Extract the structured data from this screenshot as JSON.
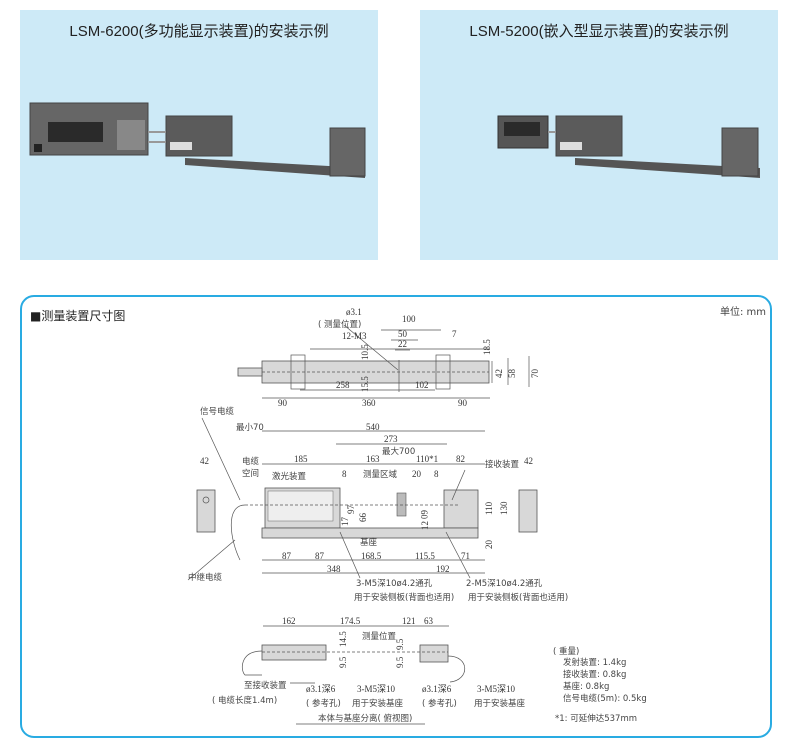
{
  "panels": [
    {
      "title": "LSM-6200(多功能显示装置)的安装示例"
    },
    {
      "title": "LSM-5200(嵌入型显示装置)的安装示例"
    }
  ],
  "drawing": {
    "section_title": "■测量装置尺寸图",
    "unit": "单位: mm",
    "top_view": {
      "phi": "ø3.1",
      "meas_pos": "( 测量位置)",
      "m3": "12-M3",
      "d100": "100",
      "d50": "50",
      "d22": "22",
      "d7": "7",
      "d10_5": "10.5",
      "d15_5": "15.5",
      "d18_5": "18.5",
      "d42": "42",
      "d58": "58",
      "d70": "70",
      "d258": "258",
      "d102": "102",
      "d360": "360",
      "d90a": "90",
      "d90b": "90"
    },
    "side_view": {
      "signal_cable": "信号电缆",
      "min70": "最小70",
      "cable_space_1": "电缆",
      "cable_space_2": "空间",
      "d540": "540",
      "d273": "273",
      "max700": "最大700",
      "d185": "185",
      "d163": "163",
      "d110n": "110*1",
      "d82": "82",
      "d8a": "8",
      "d8b": "8",
      "d20": "20",
      "meas_area": "测量区域",
      "laser": "激光装置",
      "receiver": "接收装置",
      "d42l": "42",
      "d42r": "42",
      "d60": "60",
      "d97": "97",
      "d66": "66",
      "d17": "17",
      "d12": "12",
      "d110": "110",
      "d130": "130",
      "d20v": "20",
      "base": "基座",
      "d87a": "87",
      "d87b": "87",
      "d168_5": "168.5",
      "d115_5": "115.5",
      "d71": "71",
      "d348": "348",
      "d192": "192",
      "relay_cable": "中继电缆",
      "hole3": "3-M5深10ø4.2通孔",
      "hole3_note": "用于安装侧板(背面也适用)",
      "hole2": "2-M5深10ø4.2通孔",
      "hole2_note": "用于安装侧板(背面也适用)"
    },
    "bottom_view": {
      "d162": "162",
      "d174_5": "174.5",
      "d121": "121",
      "d63": "63",
      "meas_pos": "测量位置",
      "d14_5": "14.5",
      "d9_5a": "9.5",
      "d9_5b": "9.5",
      "d9_5c": "9.5",
      "to_receiver": "至接收装置",
      "cable_len": "( 电缆长度1.4m)",
      "ref1": "ø3.1深6",
      "ref1_note": "( 参考孔)",
      "m5a": "3-M5深10",
      "m5a_note": "用于安装基座",
      "ref2": "ø3.1深6",
      "ref2_note": "( 参考孔)",
      "m5b": "3-M5深10",
      "m5b_note": "用于安装基座",
      "caption": "本体与基座分离( 俯视图)"
    },
    "weights": {
      "title": "( 重量)",
      "items": [
        "发射装置: 1.4kg",
        "接收装置: 0.8kg",
        "基座: 0.8kg",
        "信号电缆(5m): 0.5kg"
      ],
      "note": "*1: 可延伸达537mm"
    }
  }
}
